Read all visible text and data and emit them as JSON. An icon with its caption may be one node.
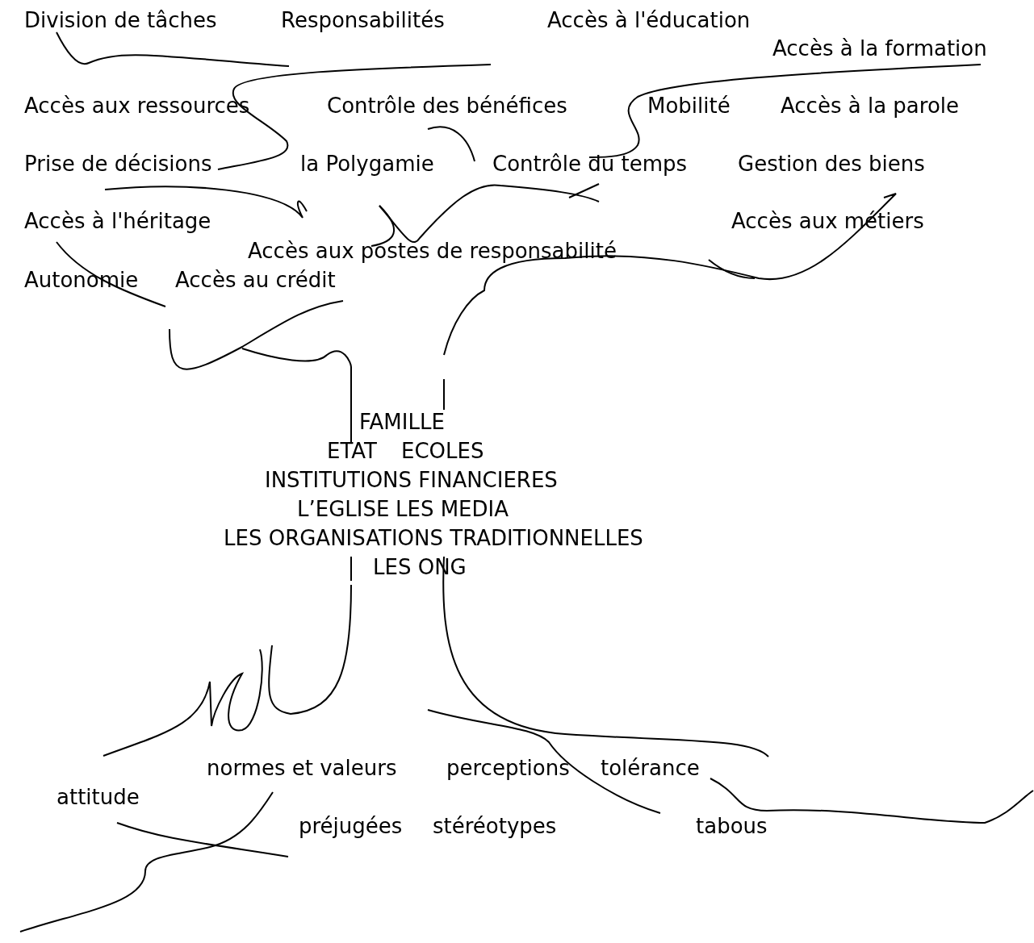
{
  "diagram": {
    "labels": [
      "Division de tâches",
      "Responsabilités",
      "Accès à l'éducation",
      "Accès à la formation",
      "Accès aux ressources",
      "Contrôle des bénéfices",
      "Mobilité",
      "Accès à la parole",
      "Prise de décisions",
      "la Polygamie",
      "Contrôle du temps",
      "Gestion des biens",
      "Accès à l'héritage",
      "Accès aux métiers",
      "Accès aux postes de responsabilité",
      "Autonomie",
      "Accès au crédit",
      "FAMILLE",
      "ETAT",
      "ECOLES",
      "INSTITUTIONS FINANCIERES",
      "L’EGLISE",
      "LES MEDIA",
      "LES ORGANISATIONS TRADITIONNELLES",
      "LES ONG",
      "normes et valeurs",
      "perceptions",
      "tolérance",
      "attitude",
      "préjugées",
      "stéréotypes",
      "tabous"
    ]
  }
}
